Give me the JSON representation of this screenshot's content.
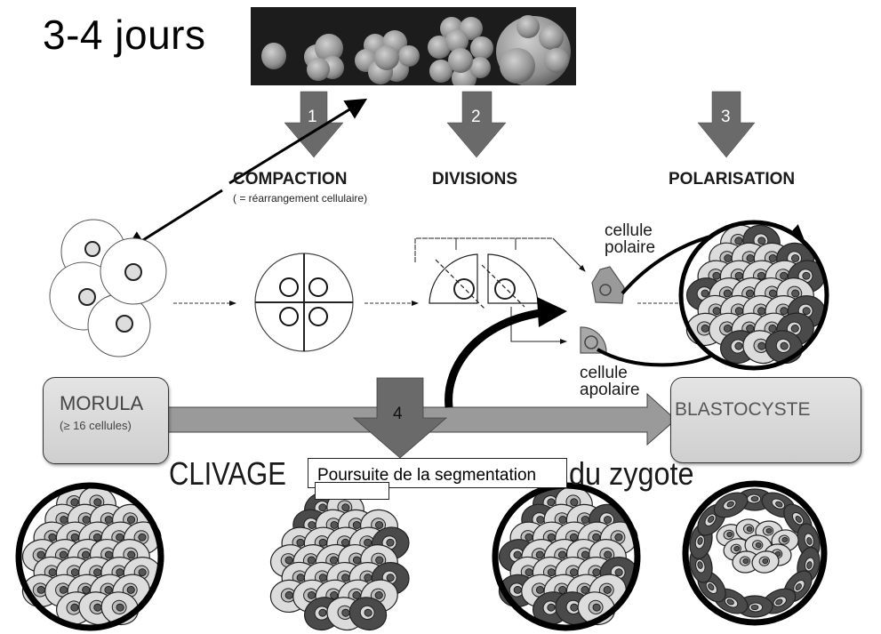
{
  "title": "3-4 jours",
  "steps": [
    {
      "number": "1",
      "label": "COMPACTION",
      "sublabel": "( = réarrangement cellulaire)"
    },
    {
      "number": "2",
      "label": "DIVISIONS"
    },
    {
      "number": "3",
      "label": "POLARISATION"
    },
    {
      "number": "4"
    }
  ],
  "cell_labels": {
    "polar": "cellule\npolaire",
    "polar_line1": "cellule",
    "polar_line2": "polaire",
    "apolar_line1": "cellule",
    "apolar_line2": "apolaire"
  },
  "morula": {
    "title": "MORULA",
    "subtitle": "(≥ 16 cellules)"
  },
  "blastocyst": {
    "title": "BLASTOCYSTE"
  },
  "bottom_caption": {
    "left": "CLIVAGE",
    "right": "du zygote",
    "overlay": "Poursuite de la segmentation"
  },
  "colors": {
    "light_cell": "#dcdcdc",
    "dark_cell": "#4a4a4a",
    "arrow_gray": "#6a6a6a",
    "bar_gray": "#9a9a9a",
    "photo_bg": "#1c1c1c"
  }
}
